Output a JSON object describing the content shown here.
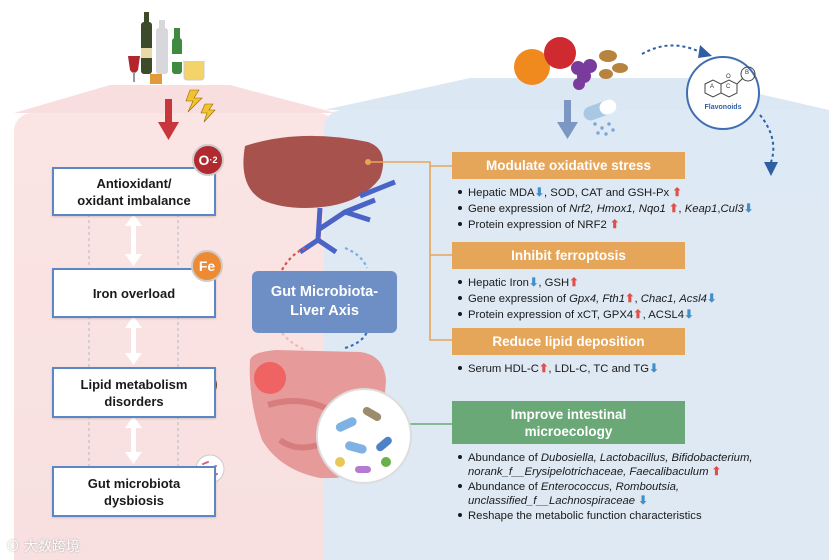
{
  "left_boxes": [
    {
      "line1": "Antioxidant/",
      "line2": "oxidant imbalance"
    },
    {
      "line1": "Iron overload",
      "line2": ""
    },
    {
      "line1": "Lipid metabolism",
      "line2": "disorders"
    },
    {
      "line1": "Gut microbiota",
      "line2": "dysbiosis"
    }
  ],
  "badges": {
    "oxygen": "O",
    "oxygen_super": "·",
    "oxygen_sub": "2",
    "iron": "Fe"
  },
  "axis": {
    "line1": "Gut Microbiota-",
    "line2": "Liver Axis"
  },
  "flavonoids": {
    "label": "Flavonoids",
    "ring_a": "A",
    "ring_c": "C",
    "ring_b": "B",
    "oxygen": "O"
  },
  "sections": {
    "oxidative": {
      "title": "Modulate oxidative stress",
      "l1a": "Hepatic MDA",
      "l1b": ", SOD, CAT and GSH-Px",
      "l2a": "Gene expression of ",
      "l2b": "Nrf2, Hmox1, Nqo1",
      "l2c": ", ",
      "l2d": "Keap1",
      "l2e": ",",
      "l2f": "Cul3",
      "l3a": "Protein expression of NRF2"
    },
    "ferroptosis": {
      "title": "Inhibit ferroptosis",
      "l1a": "Hepatic Iron",
      "l1b": ", GSH",
      "l2a": "Gene expression of ",
      "l2b": "Gpx4, Fth1",
      "l2c": ", ",
      "l2d": "Chac1, Acsl4",
      "l3a": "Protein expression of xCT, GPX4",
      "l3b": ", ACSL4"
    },
    "lipid": {
      "title": "Reduce lipid deposition",
      "l1a": "Serum HDL-C",
      "l1b": ", LDL-C, TC and TG"
    },
    "microecology": {
      "title1": "Improve intestinal",
      "title2": "microecology",
      "l1a": "Abundance of ",
      "l1b": "Dubosiella, Lactobacillus, Bifidobacterium,",
      "l1c": "norank_f__Erysipelotrichaceae, Faecalibaculum",
      "l2a": "Abundance of ",
      "l2b": "Enterococcus, Romboutsia,",
      "l2c": "unclassified_f__Lachnospiraceae",
      "l3a": "Reshape the metabolic function characteristics"
    }
  },
  "arrows": {
    "up": "⬆",
    "down": "⬇"
  },
  "watermark": "大数跨境",
  "colors": {
    "left_panel": "#fbe4e4",
    "right_panel": "#dde9f5",
    "box_border": "#5b87c7",
    "orange_header": "#e6a65a",
    "green_header": "#6aa877",
    "axis_box": "#6e8fc6",
    "up_arrow": "#e0504a",
    "down_arrow": "#3f8fc8"
  }
}
